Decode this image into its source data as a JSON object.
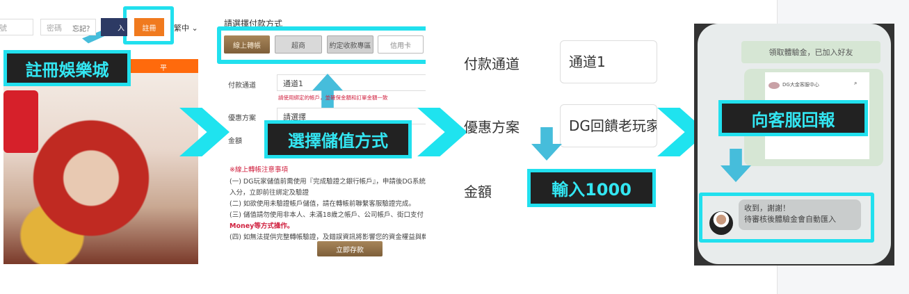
{
  "panel1": {
    "account_partial": "號",
    "password_placeholder": "密碼",
    "forgot": "忘記？",
    "login_partial": "入",
    "register_button": "註冊",
    "lang_partial": "繁中",
    "banner_text": "平",
    "tag": "註冊娛樂城"
  },
  "panel2": {
    "title": "請選擇付款方式",
    "methods": [
      "線上轉帳",
      "超商",
      "約定收款專區",
      "信用卡"
    ],
    "channel_label": "付款通道",
    "channel_value": "通道1",
    "channel_hint": "請使用綁定的帳戶，並確保金額和訂單金額一致",
    "promo_label": "優惠方案",
    "promo_value": "請選擇",
    "amount_label": "金額",
    "tag": "選擇儲值方式",
    "notes_title": "※線上轉帳注意事項",
    "notes": [
      "(一) DG玩家儲值前需使用『完成驗證之銀行帳戶』，申請後DG系統",
      "入分，立即前往綁定及驗證",
      "(二) 如欲使用未驗證帳戶儲值，請在轉帳前聯繫客服驗證完成。",
      "(三) 儲值請勿使用非本人、未滿18歲之帳戶、公司帳戶、街口支付",
      "Money等方式操作。",
      "(四) 如無法提供完整轉帳驗證，及錯誤資訊將影響您的資金權益與轉"
    ],
    "deposit_button": "立即存款"
  },
  "panel3": {
    "channel_label": "付款通道",
    "channel_value": "通道1",
    "promo_label": "優惠方案",
    "promo_value": "DG回饋老玩家",
    "amount_label": "金額",
    "tag": "輸入1000"
  },
  "panel4": {
    "sent_message": "領取體驗金，已加入好友",
    "chat_name": "DG大金客服中心",
    "tag": "向客服回報",
    "reply_line1": "收到，謝謝！",
    "reply_line2": "待審核後體驗金會自動匯入"
  }
}
